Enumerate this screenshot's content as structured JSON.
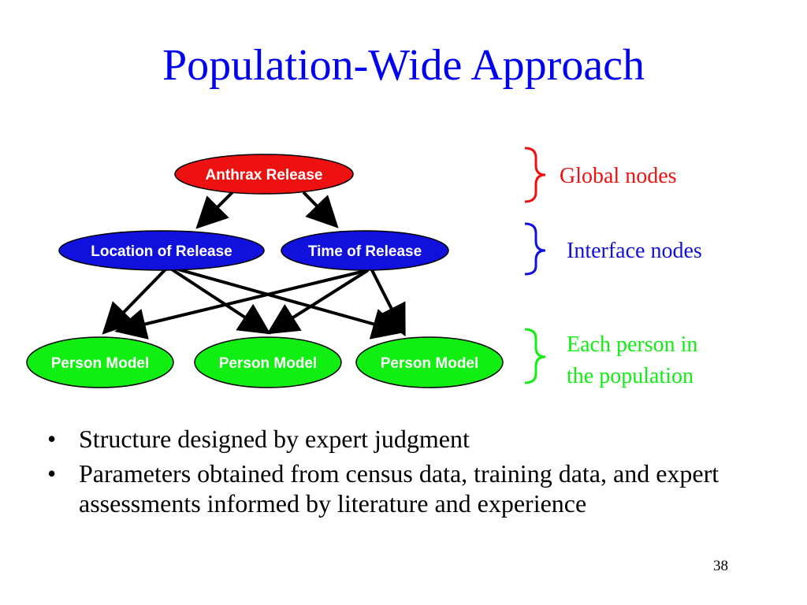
{
  "title": "Population-Wide Approach",
  "colors": {
    "title": "#0000ee",
    "global": "#ee1111",
    "interface": "#1111dd",
    "person": "#11ee11",
    "edge": "#000000"
  },
  "nodes": {
    "anthrax": "Anthrax Release",
    "location": "Location of Release",
    "time": "Time of Release",
    "person": [
      "Person Model",
      "Person Model",
      "Person Model"
    ]
  },
  "legend": {
    "global": "Global nodes",
    "interface": "Interface nodes",
    "person_line1": "Each person in",
    "person_line2": "the population"
  },
  "bullet_marker": "•",
  "bullets": [
    "Structure designed by expert judgment",
    "Parameters obtained from census data, training data, and expert assessments informed by literature and experience"
  ],
  "page_number": "38"
}
